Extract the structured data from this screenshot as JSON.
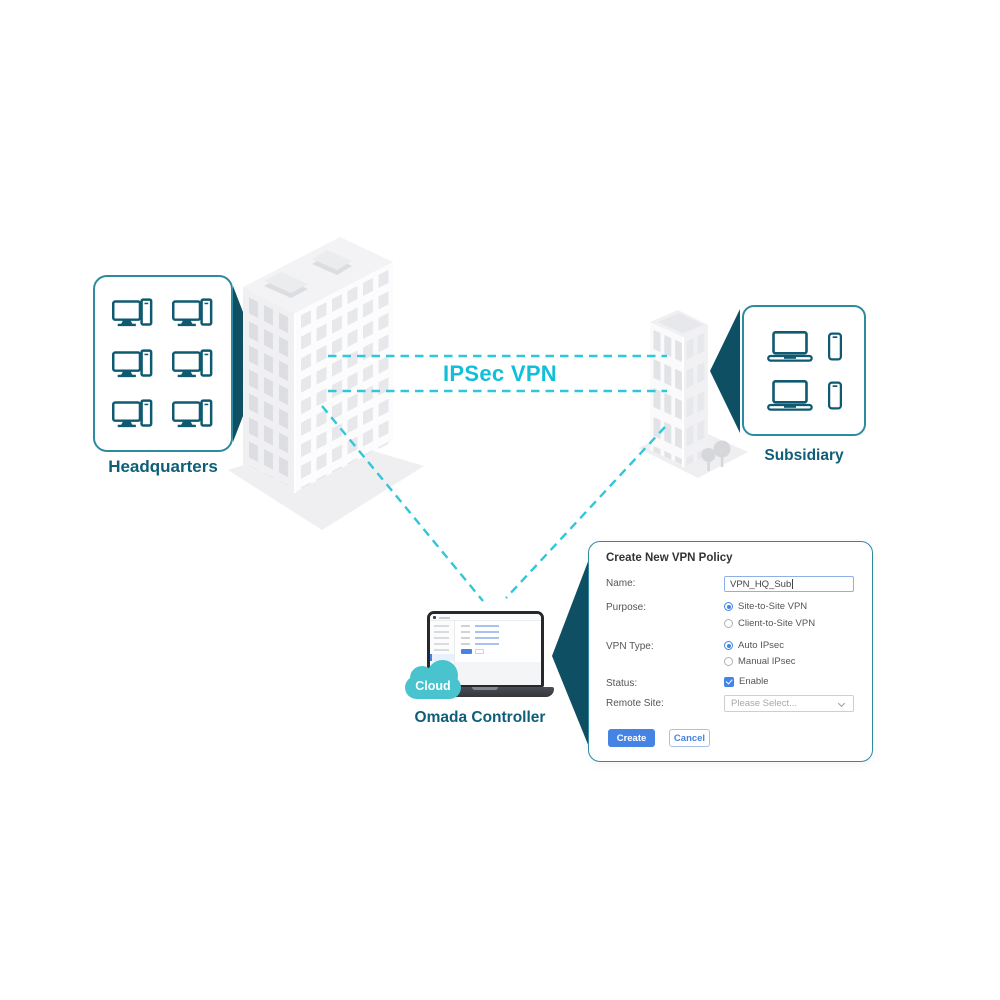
{
  "colors": {
    "teal_dark": "#0E4F63",
    "teal_label": "#0F5E78",
    "teal_border": "#2E8A9E",
    "icon_stroke": "#0F5A70",
    "cyan_line": "#2FC7DA",
    "cyan_text": "#12BFD9",
    "cloud": "#49C3CE",
    "blue": "#4584E4"
  },
  "diagram": {
    "headquarters": {
      "label": "Headquarters",
      "device_icon": "desktop-computer-icon",
      "device_count": 6
    },
    "subsidiary": {
      "label": "Subsidiary",
      "device_icons": [
        "laptop-icon",
        "smartphone-icon",
        "laptop-icon",
        "smartphone-icon"
      ]
    },
    "vpn_link_label": "IPSec VPN",
    "controller": {
      "label": "Omada Controller",
      "badge_label": "Cloud"
    }
  },
  "dialog": {
    "title": "Create New VPN Policy",
    "fields": {
      "name": {
        "label": "Name:",
        "value": "VPN_HQ_Sub"
      },
      "purpose": {
        "label": "Purpose:",
        "options": [
          {
            "label": "Site-to-Site VPN",
            "selected": true
          },
          {
            "label": "Client-to-Site VPN",
            "selected": false
          }
        ]
      },
      "vpn_type": {
        "label": "VPN Type:",
        "options": [
          {
            "label": "Auto IPsec",
            "selected": true
          },
          {
            "label": "Manual IPsec",
            "selected": false
          }
        ]
      },
      "status": {
        "label": "Status:",
        "checkbox_label": "Enable",
        "checked": true
      },
      "remote_site": {
        "label": "Remote Site:",
        "placeholder": "Please Select..."
      }
    },
    "buttons": {
      "create": "Create",
      "cancel": "Cancel"
    }
  }
}
